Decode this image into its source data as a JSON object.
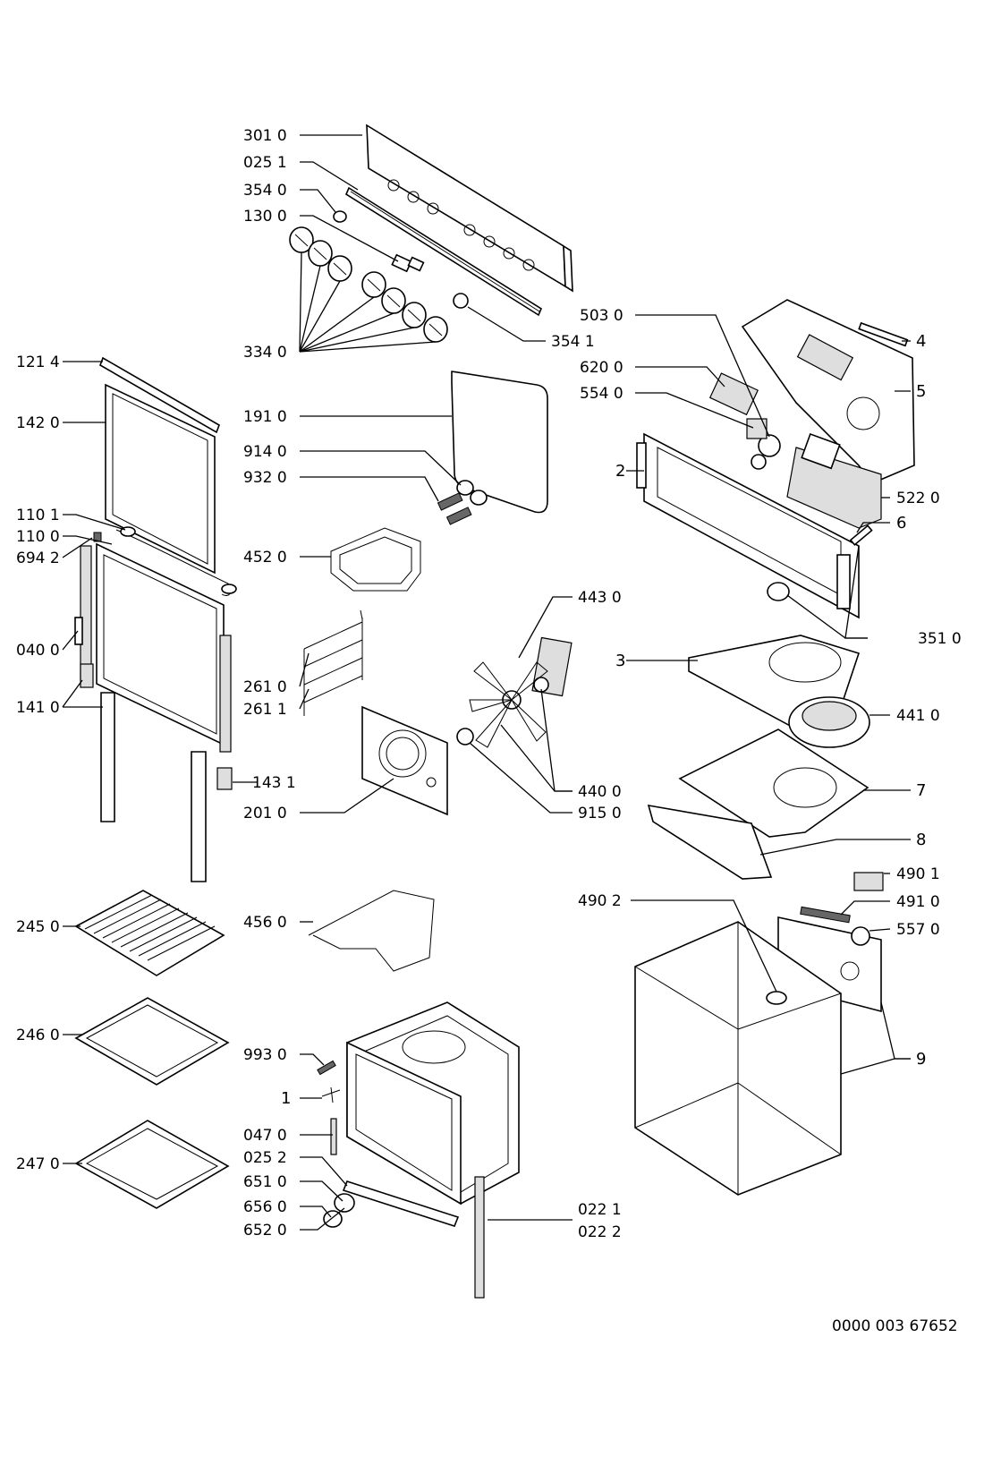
{
  "diagram": {
    "labels": {
      "p3010": "301 0",
      "p0251": "025 1",
      "p3540": "354 0",
      "p1300": "130 0",
      "p3340": "334 0",
      "p3541": "354 1",
      "p1214": "121 4",
      "p1420": "142 0",
      "p1101": "110 1",
      "p1100": "110 0",
      "p6942": "694 2",
      "p0400": "040 0",
      "p1410": "141 0",
      "p1431": "143 1",
      "p1910": "191 0",
      "p9140": "914 0",
      "p9320": "932 0",
      "p4520": "452 0",
      "p2610": "261 0",
      "p2611": "261 1",
      "p2010": "201 0",
      "p4430": "443 0",
      "p4400": "440 0",
      "p9150": "915 0",
      "p5030": "503 0",
      "p6200": "620 0",
      "p5540": "554 0",
      "p5220": "522 0",
      "p3510": "351 0",
      "p4410": "441 0",
      "n4": "4",
      "n5": "5",
      "n2": "2",
      "n6": "6",
      "n3": "3",
      "n7": "7",
      "n8": "8",
      "n9": "9",
      "n1": "1",
      "p4901": "490 1",
      "p4902": "490 2",
      "p4910": "491 0",
      "p5570": "557 0",
      "p2450": "245 0",
      "p4560": "456 0",
      "p2460": "246 0",
      "p2470": "247 0",
      "p9930": "993 0",
      "p0470": "047 0",
      "p0252": "025 2",
      "p6510": "651 0",
      "p6560": "656 0",
      "p6520": "652 0",
      "p0221": "022 1",
      "p0222": "022 2"
    },
    "reference_number": "0000 003 67652"
  }
}
